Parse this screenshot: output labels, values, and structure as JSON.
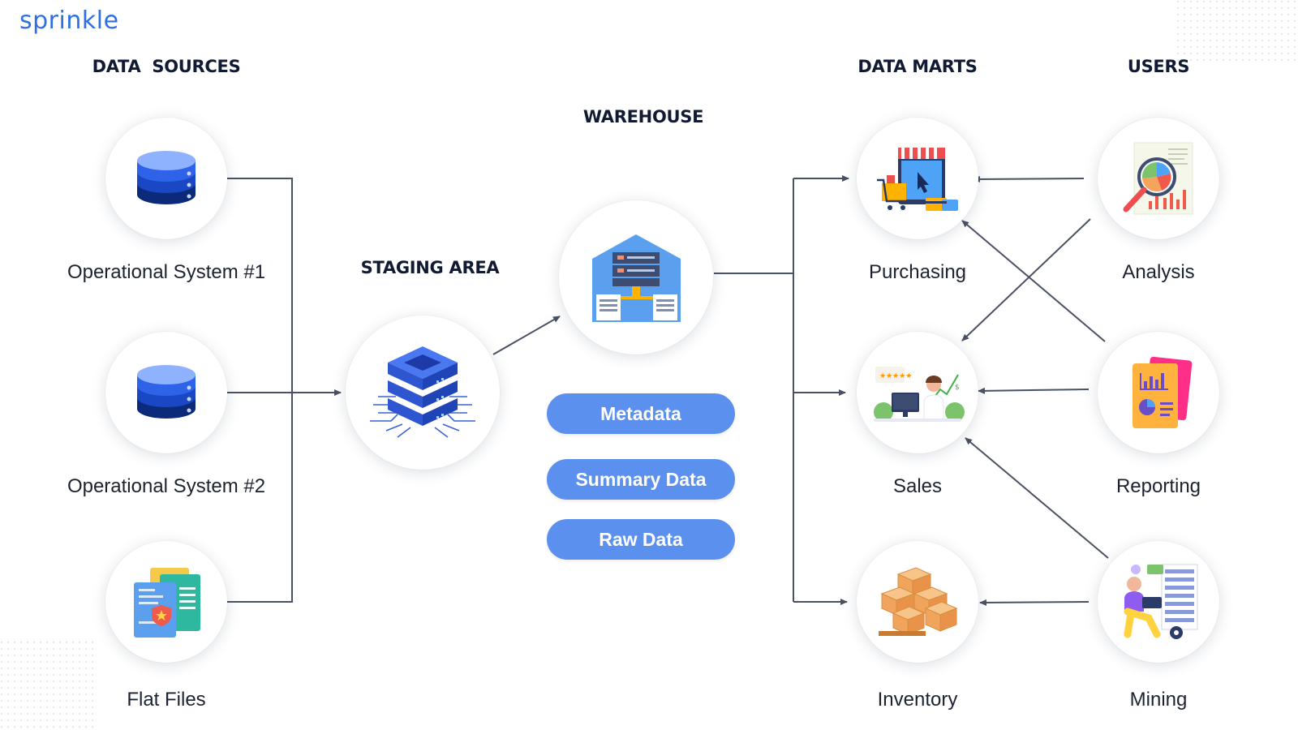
{
  "brand": {
    "logo": "sprinkle"
  },
  "headings": {
    "data_sources": "DATA  SOURCES",
    "staging_area": "STAGING AREA",
    "warehouse": "WAREHOUSE",
    "data_marts": "DATA MARTS",
    "users": "USERS"
  },
  "sources": [
    {
      "label": "Operational System #1",
      "icon": "database-icon"
    },
    {
      "label": "Operational System #2",
      "icon": "database-icon"
    },
    {
      "label": "Flat Files",
      "icon": "flat-files-icon"
    }
  ],
  "staging": {
    "icon": "server-stack-icon"
  },
  "warehouse": {
    "icon": "warehouse-icon",
    "layers": [
      "Metadata",
      "Summary Data",
      "Raw Data"
    ]
  },
  "data_marts": [
    {
      "label": "Purchasing",
      "icon": "online-shop-icon"
    },
    {
      "label": "Sales",
      "icon": "sales-agent-icon"
    },
    {
      "label": "Inventory",
      "icon": "boxes-pallet-icon"
    }
  ],
  "users": [
    {
      "label": "Analysis",
      "icon": "magnifier-chart-icon"
    },
    {
      "label": "Reporting",
      "icon": "report-document-icon"
    },
    {
      "label": "Mining",
      "icon": "data-mining-icon"
    }
  ],
  "colors": {
    "brand": "#2f6fe0",
    "pill": "#5b90ee",
    "connector": "#4a5163",
    "heading": "#111a33"
  }
}
